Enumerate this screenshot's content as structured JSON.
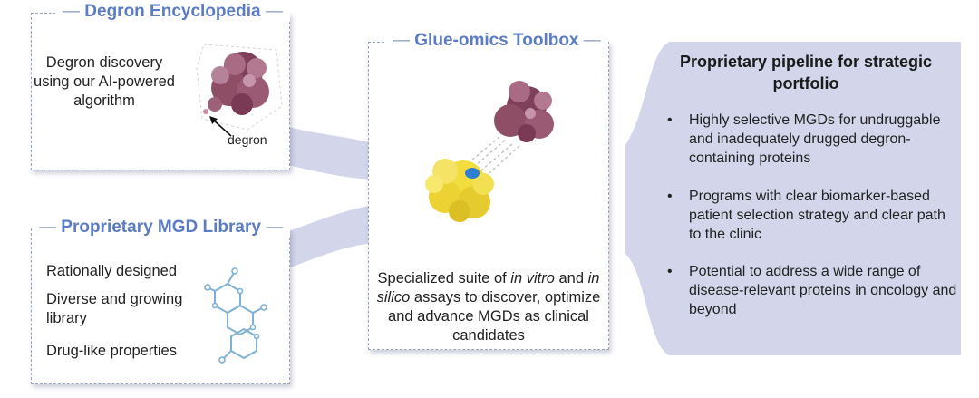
{
  "encyclopedia": {
    "title": "Degron Encyclopedia",
    "text": "Degron discovery using our AI-powered algorithm",
    "annotation": "degron"
  },
  "library": {
    "title": "Proprietary MGD Library",
    "items": [
      "Rationally designed",
      "Diverse and growing library",
      "Drug-like properties"
    ]
  },
  "toolbox": {
    "title": "Glue-omics Toolbox",
    "text_parts": [
      {
        "text": "Specialized suite of ",
        "italic": false
      },
      {
        "text": "in vitro",
        "italic": true
      },
      {
        "text": " and ",
        "italic": false
      },
      {
        "text": "in silico",
        "italic": true
      },
      {
        "text": " assays to discover, optimize and advance MGDs as clinical candidates",
        "italic": false
      }
    ]
  },
  "pipeline": {
    "title": "Proprietary pipeline for strategic portfolio",
    "bullets": [
      "Highly selective MGDs for undruggable and inadequately drugged degron-containing proteins",
      "Programs with clear biomarker-based patient selection strategy and clear path to the clinic",
      "Potential to address a wide range of disease-relevant proteins in oncology and beyond"
    ]
  },
  "colors": {
    "accent": "#5b7bc4",
    "flow": "#d3d6ea",
    "protein_maroon": "#8e4f66",
    "protein_yellow": "#f2dc3e",
    "binding_site": "#2e7fd0",
    "molecule": "#7fb2d2"
  },
  "icons": [
    "degron-protein-icon",
    "arrow-icon",
    "protein-complex-icon",
    "molecule-icon"
  ]
}
